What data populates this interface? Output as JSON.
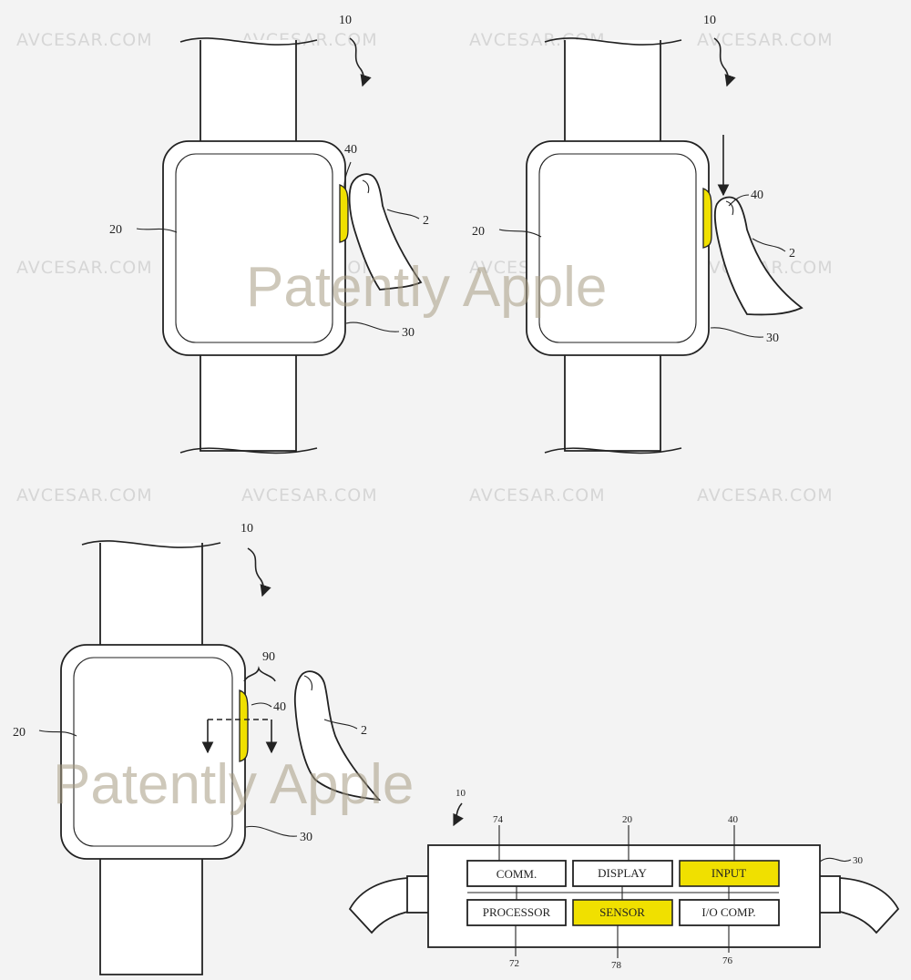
{
  "watermarks": {
    "site": "AVCESAR.COM",
    "brand": "Patently Apple"
  },
  "colors": {
    "highlight": "#f0e000",
    "line": "#222222",
    "background": "#f3f3f3"
  },
  "fig1": {
    "device": "10",
    "display": "20",
    "housing": "30",
    "button": "40",
    "finger": "2"
  },
  "fig2": {
    "device": "10",
    "display": "20",
    "housing": "30",
    "button": "40",
    "finger": "2"
  },
  "fig3": {
    "device": "10",
    "display": "20",
    "housing": "30",
    "button": "40",
    "finger": "2",
    "range": "90"
  },
  "block_diagram": {
    "device": "10",
    "housing": "30",
    "blocks": [
      {
        "label": "COMM.",
        "ref": "74",
        "highlighted": false
      },
      {
        "label": "DISPLAY",
        "ref": "20",
        "highlighted": false
      },
      {
        "label": "INPUT",
        "ref": "40",
        "highlighted": true
      },
      {
        "label": "PROCESSOR",
        "ref": "72",
        "highlighted": false
      },
      {
        "label": "SENSOR",
        "ref": "78",
        "highlighted": true
      },
      {
        "label": "I/O COMP.",
        "ref": "76",
        "highlighted": false
      }
    ]
  }
}
